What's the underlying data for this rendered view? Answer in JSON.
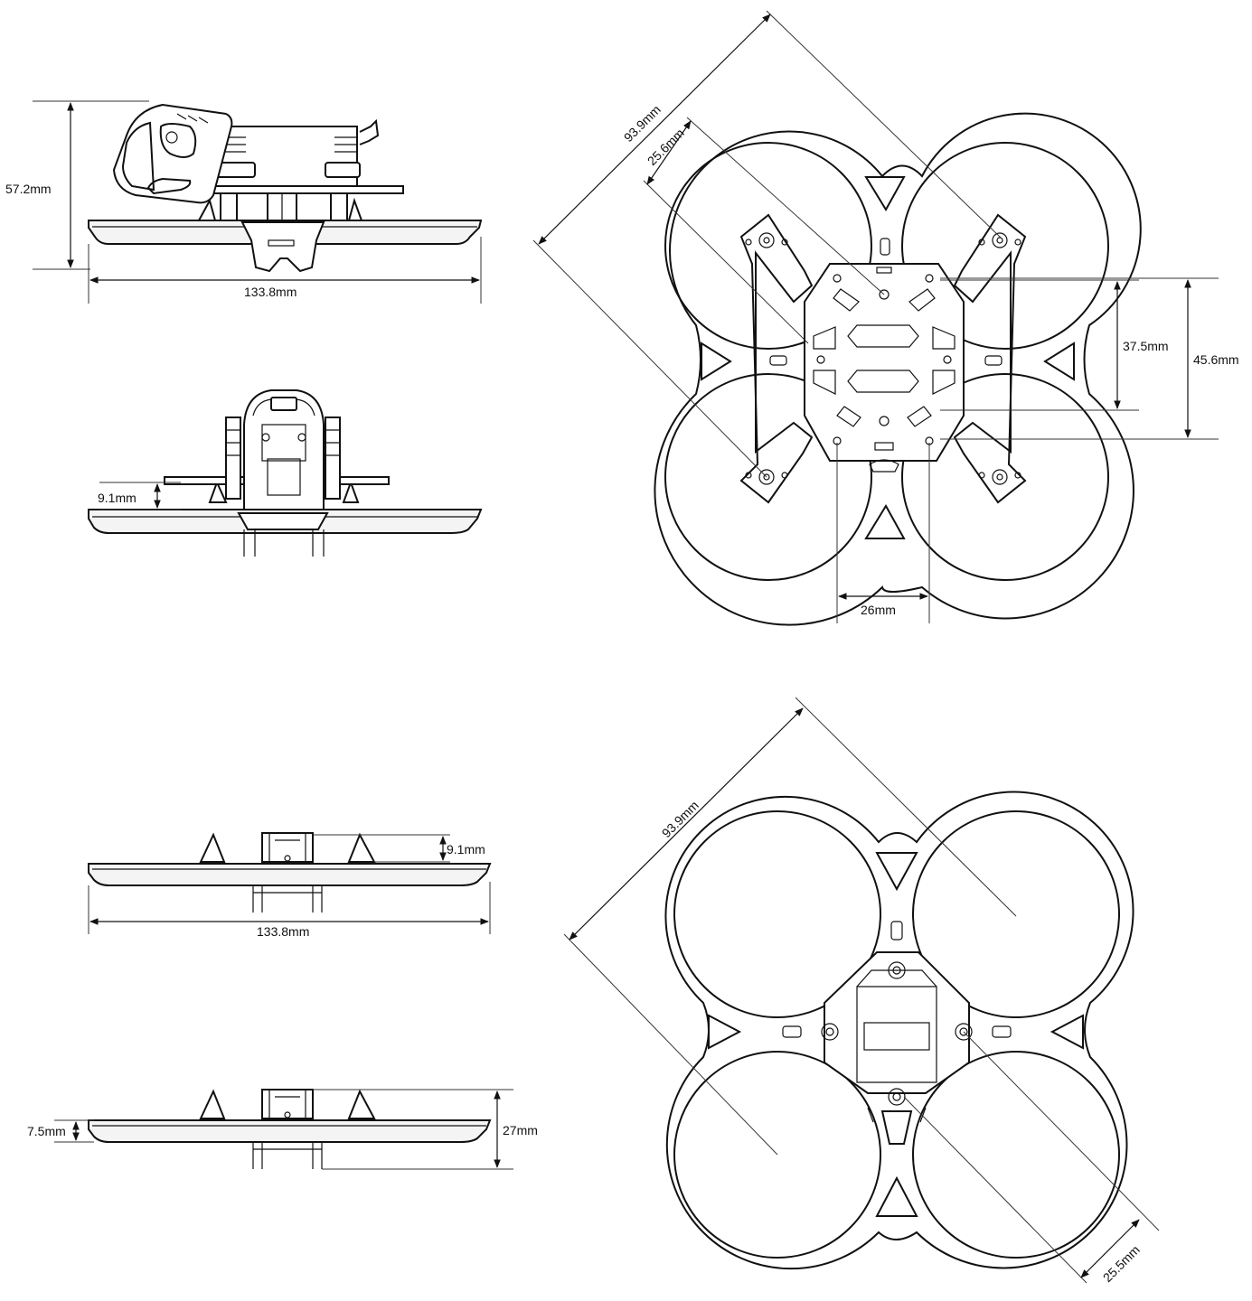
{
  "side_view": {
    "height_label": "57.2mm",
    "width_label": "133.8mm"
  },
  "front_view": {
    "clearance_label": "9.1mm"
  },
  "top_view": {
    "diagonal_label": "93.9mm",
    "prop_label": "25.6mm",
    "inner_height_label": "37.5mm",
    "outer_height_label": "45.6mm",
    "mount_width_label": "26mm"
  },
  "frame_side_view": {
    "height_label": "9.1mm",
    "width_label": "133.8mm"
  },
  "frame_bottom_side_view": {
    "deck_label": "7.5mm",
    "height_label": "27mm"
  },
  "bottom_view": {
    "diagonal_label": "93.9mm",
    "prop_label": "25.5mm"
  }
}
